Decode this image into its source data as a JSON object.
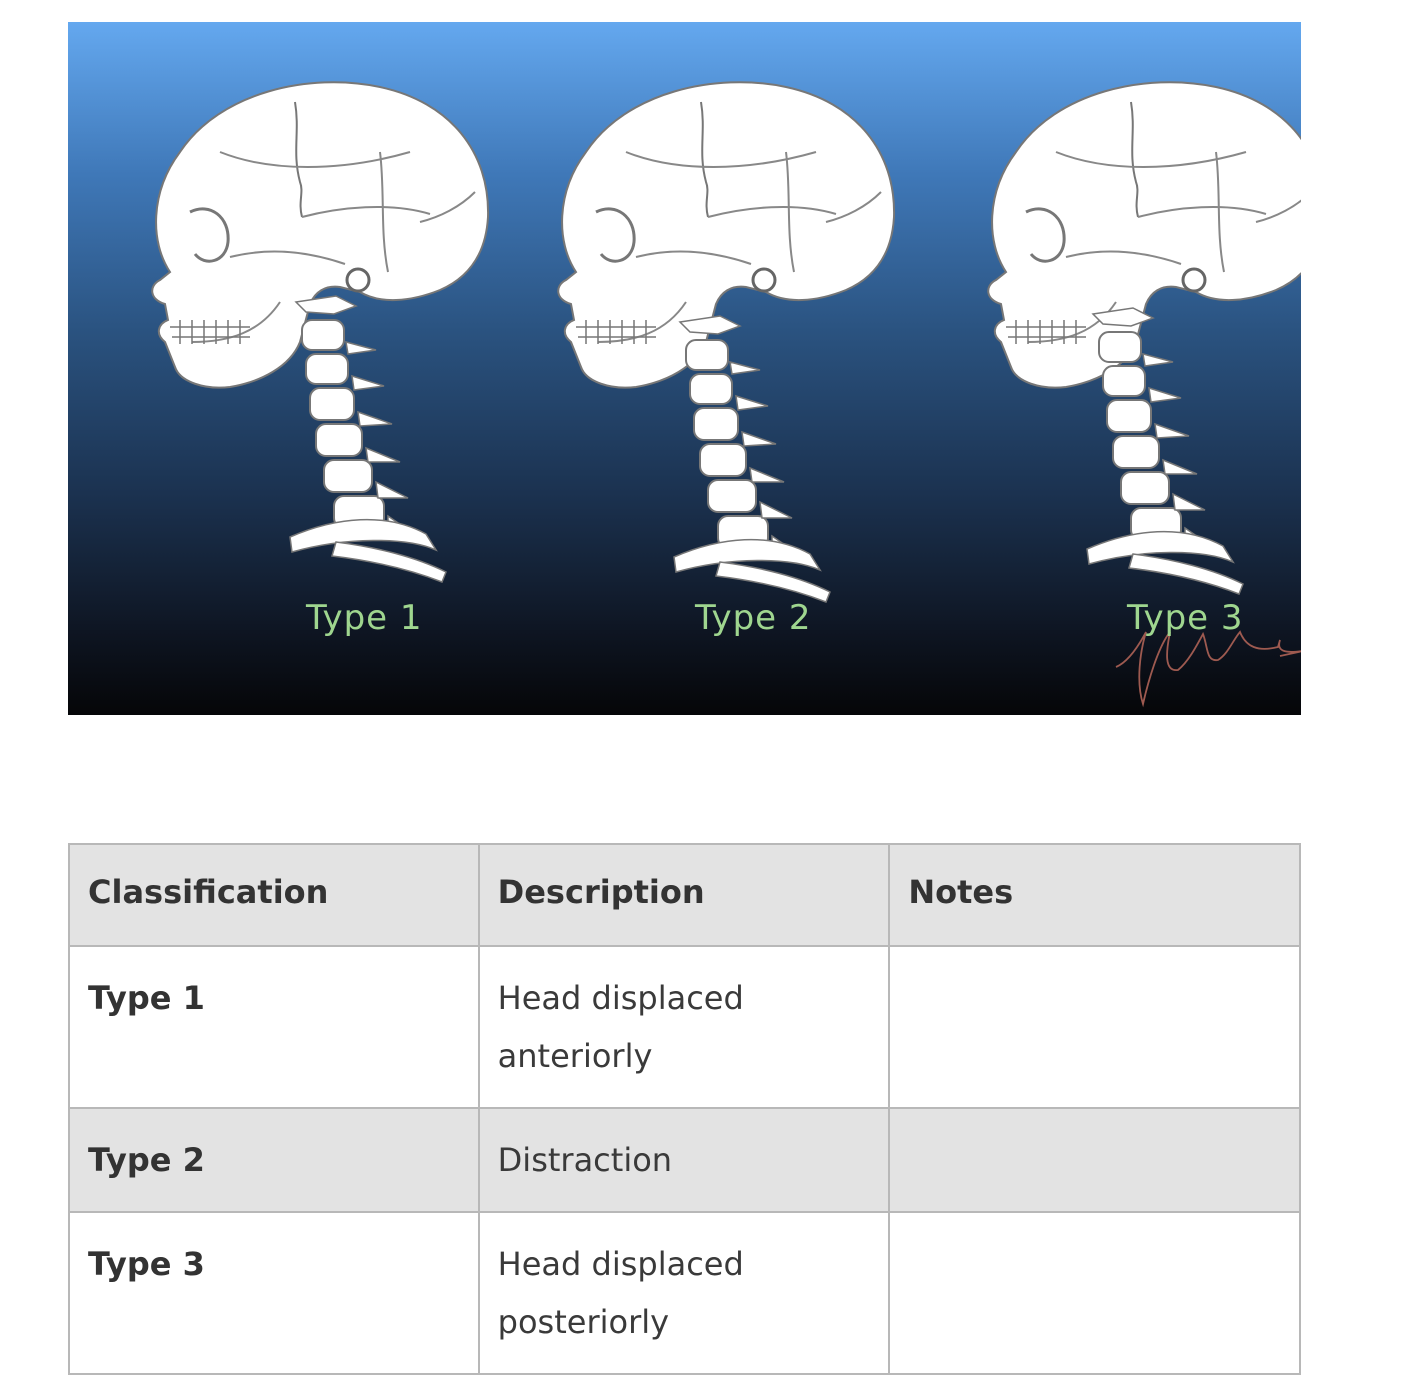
{
  "figure": {
    "labels": [
      "Type 1",
      "Type 2",
      "Type 3"
    ]
  },
  "table": {
    "headers": [
      "Classification",
      "Description",
      "Notes"
    ],
    "rows": [
      {
        "classification": "Type 1",
        "description": "Head displaced anteriorly",
        "notes": ""
      },
      {
        "classification": "Type 2",
        "description": "Distraction",
        "notes": ""
      },
      {
        "classification": "Type 3",
        "description": "Head displaced posteriorly",
        "notes": ""
      }
    ]
  }
}
